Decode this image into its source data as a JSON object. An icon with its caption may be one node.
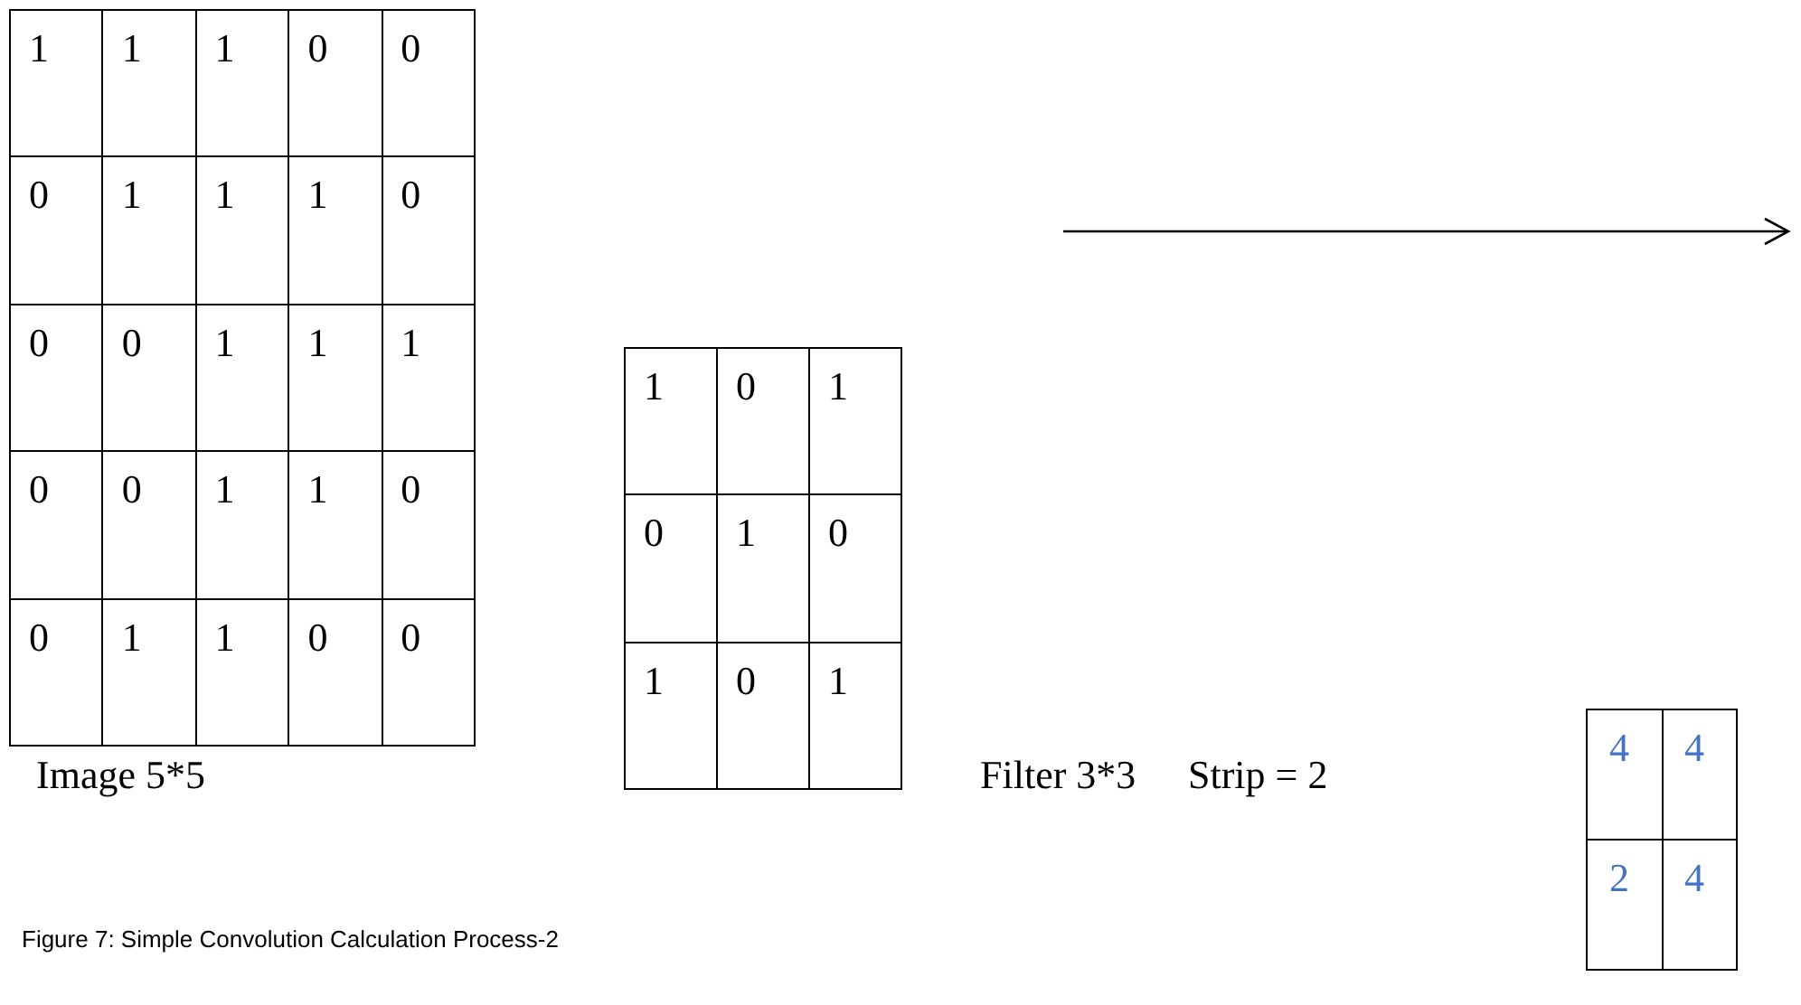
{
  "diagram": {
    "caption": "Figure 7: Simple Convolution Calculation Process-2",
    "labels": [
      "1",
      "1",
      "1",
      "0",
      "0",
      "0",
      "1",
      "1",
      "1",
      "0",
      "0",
      "0",
      "1",
      "1",
      "1",
      "0",
      "0",
      "1",
      "1",
      "0",
      "0",
      "1",
      "1",
      "0",
      "0",
      "1",
      "0",
      "1",
      "0",
      "1",
      "0",
      "1",
      "0",
      "1",
      "Image 5*5",
      "Filter 3*3",
      "Strip = 2",
      "4",
      "4",
      "2",
      "4"
    ]
  }
}
